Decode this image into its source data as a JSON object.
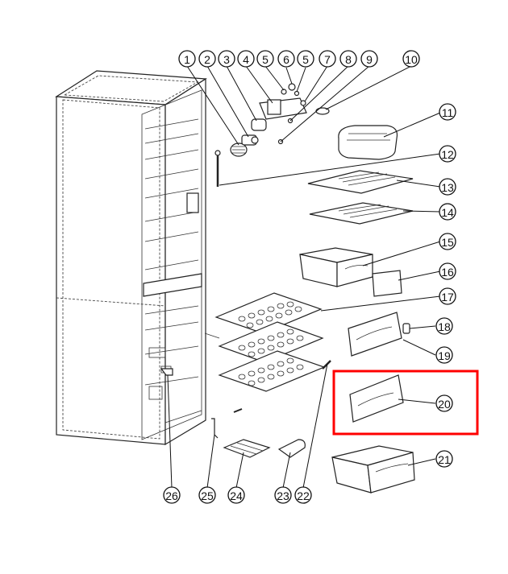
{
  "diagram": {
    "highlight_color": "#ff0000",
    "callouts": [
      {
        "id": "c1",
        "label": "1"
      },
      {
        "id": "c2",
        "label": "2"
      },
      {
        "id": "c3",
        "label": "3"
      },
      {
        "id": "c4",
        "label": "4"
      },
      {
        "id": "c5a",
        "label": "5"
      },
      {
        "id": "c6",
        "label": "6"
      },
      {
        "id": "c5b",
        "label": "5"
      },
      {
        "id": "c7",
        "label": "7"
      },
      {
        "id": "c8",
        "label": "8"
      },
      {
        "id": "c9",
        "label": "9"
      },
      {
        "id": "c10",
        "label": "10"
      },
      {
        "id": "c11",
        "label": "11"
      },
      {
        "id": "c12",
        "label": "12"
      },
      {
        "id": "c13",
        "label": "13"
      },
      {
        "id": "c14",
        "label": "14"
      },
      {
        "id": "c15",
        "label": "15"
      },
      {
        "id": "c16",
        "label": "16"
      },
      {
        "id": "c17",
        "label": "17"
      },
      {
        "id": "c18",
        "label": "18"
      },
      {
        "id": "c19",
        "label": "19"
      },
      {
        "id": "c20",
        "label": "20"
      },
      {
        "id": "c21",
        "label": "21"
      },
      {
        "id": "c22",
        "label": "22"
      },
      {
        "id": "c23",
        "label": "23"
      },
      {
        "id": "c24",
        "label": "24"
      },
      {
        "id": "c25",
        "label": "25"
      },
      {
        "id": "c26",
        "label": "26"
      }
    ]
  }
}
